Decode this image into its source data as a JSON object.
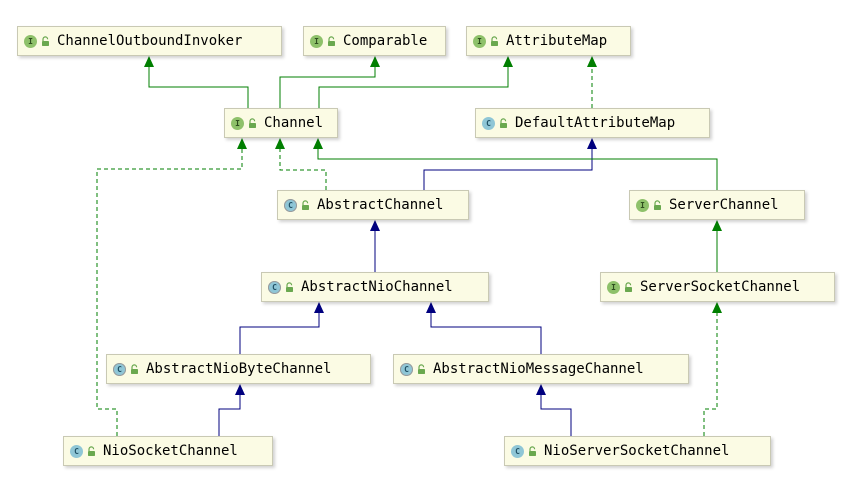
{
  "nodes": [
    {
      "id": "channel-outbound-invoker",
      "label": "ChannelOutboundInvoker",
      "kind": "interface"
    },
    {
      "id": "comparable",
      "label": "Comparable",
      "kind": "interface"
    },
    {
      "id": "attribute-map",
      "label": "AttributeMap",
      "kind": "interface"
    },
    {
      "id": "channel",
      "label": "Channel",
      "kind": "interface"
    },
    {
      "id": "default-attribute-map",
      "label": "DefaultAttributeMap",
      "kind": "class"
    },
    {
      "id": "abstract-channel",
      "label": "AbstractChannel",
      "kind": "abstract"
    },
    {
      "id": "server-channel",
      "label": "ServerChannel",
      "kind": "interface"
    },
    {
      "id": "abstract-nio-channel",
      "label": "AbstractNioChannel",
      "kind": "abstract"
    },
    {
      "id": "server-socket-channel",
      "label": "ServerSocketChannel",
      "kind": "interface"
    },
    {
      "id": "abstract-nio-byte-channel",
      "label": "AbstractNioByteChannel",
      "kind": "abstract"
    },
    {
      "id": "abstract-nio-message-channel",
      "label": "AbstractNioMessageChannel",
      "kind": "abstract"
    },
    {
      "id": "nio-socket-channel",
      "label": "NioSocketChannel",
      "kind": "class"
    },
    {
      "id": "nio-server-socket-channel",
      "label": "NioServerSocketChannel",
      "kind": "class"
    }
  ],
  "badges": {
    "interface": "I",
    "class": "C",
    "abstract": "C"
  },
  "colors": {
    "node_fill": "#fbfbe4",
    "interface_badge": "#8ec16a",
    "class_badge": "#8fc6d6",
    "extends_edge": "#00007f",
    "implements_edge": "#007f00",
    "lock_icon": "#6aa84f"
  }
}
